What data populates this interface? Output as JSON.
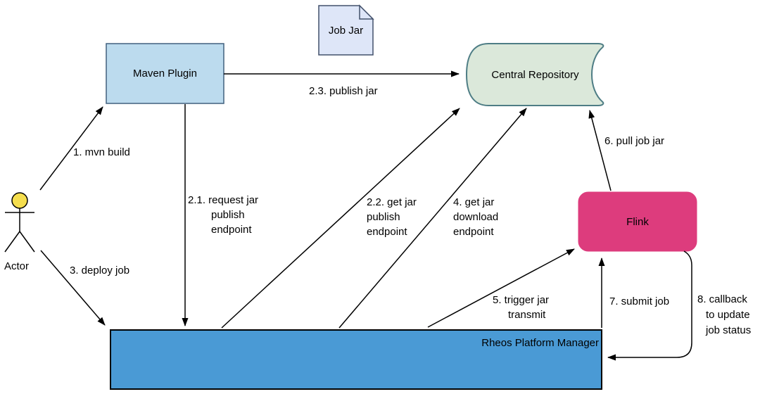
{
  "colors": {
    "maven_fill": "#BCDBEE",
    "maven_stroke": "#41607E",
    "jobjar_fill": "#DEE6F8",
    "jobjar_stroke": "#42506B",
    "repo_fill": "#DBE8DA",
    "repo_stroke": "#4E7D85",
    "flink_fill": "#DD3C7D",
    "rheos_fill": "#4A9AD5",
    "rheos_stroke": "#000000",
    "actor_head_fill": "#F5DE4E",
    "line_color": "#000000"
  },
  "nodes": {
    "actor": {
      "label": "Actor"
    },
    "maven_plugin": {
      "label": "Maven Plugin"
    },
    "job_jar": {
      "label": "Job Jar"
    },
    "central_repository": {
      "label": "Central Repository"
    },
    "flink": {
      "label": "Flink"
    },
    "rheos": {
      "label": "Rheos Platform Manager"
    }
  },
  "edges": {
    "mvn_build": {
      "label": "1. mvn build"
    },
    "request_jar_publish_endpoint": {
      "lines": [
        "2.1. request jar",
        "publish",
        "endpoint"
      ]
    },
    "get_jar_publish_endpoint": {
      "lines": [
        "2.2. get jar",
        "publish",
        "endpoint"
      ]
    },
    "publish_jar": {
      "label": "2.3. publish jar"
    },
    "deploy_job": {
      "label": "3. deploy job"
    },
    "get_jar_download_endpoint": {
      "lines": [
        "4. get jar",
        "download",
        "endpoint"
      ]
    },
    "trigger_jar_transmit": {
      "lines": [
        "5. trigger jar",
        "transmit"
      ]
    },
    "pull_job_jar": {
      "label": "6. pull job jar"
    },
    "submit_job": {
      "label": "7. submit job"
    },
    "callback_update_job_status": {
      "lines": [
        "8. callback",
        "to update",
        "job status"
      ]
    }
  }
}
